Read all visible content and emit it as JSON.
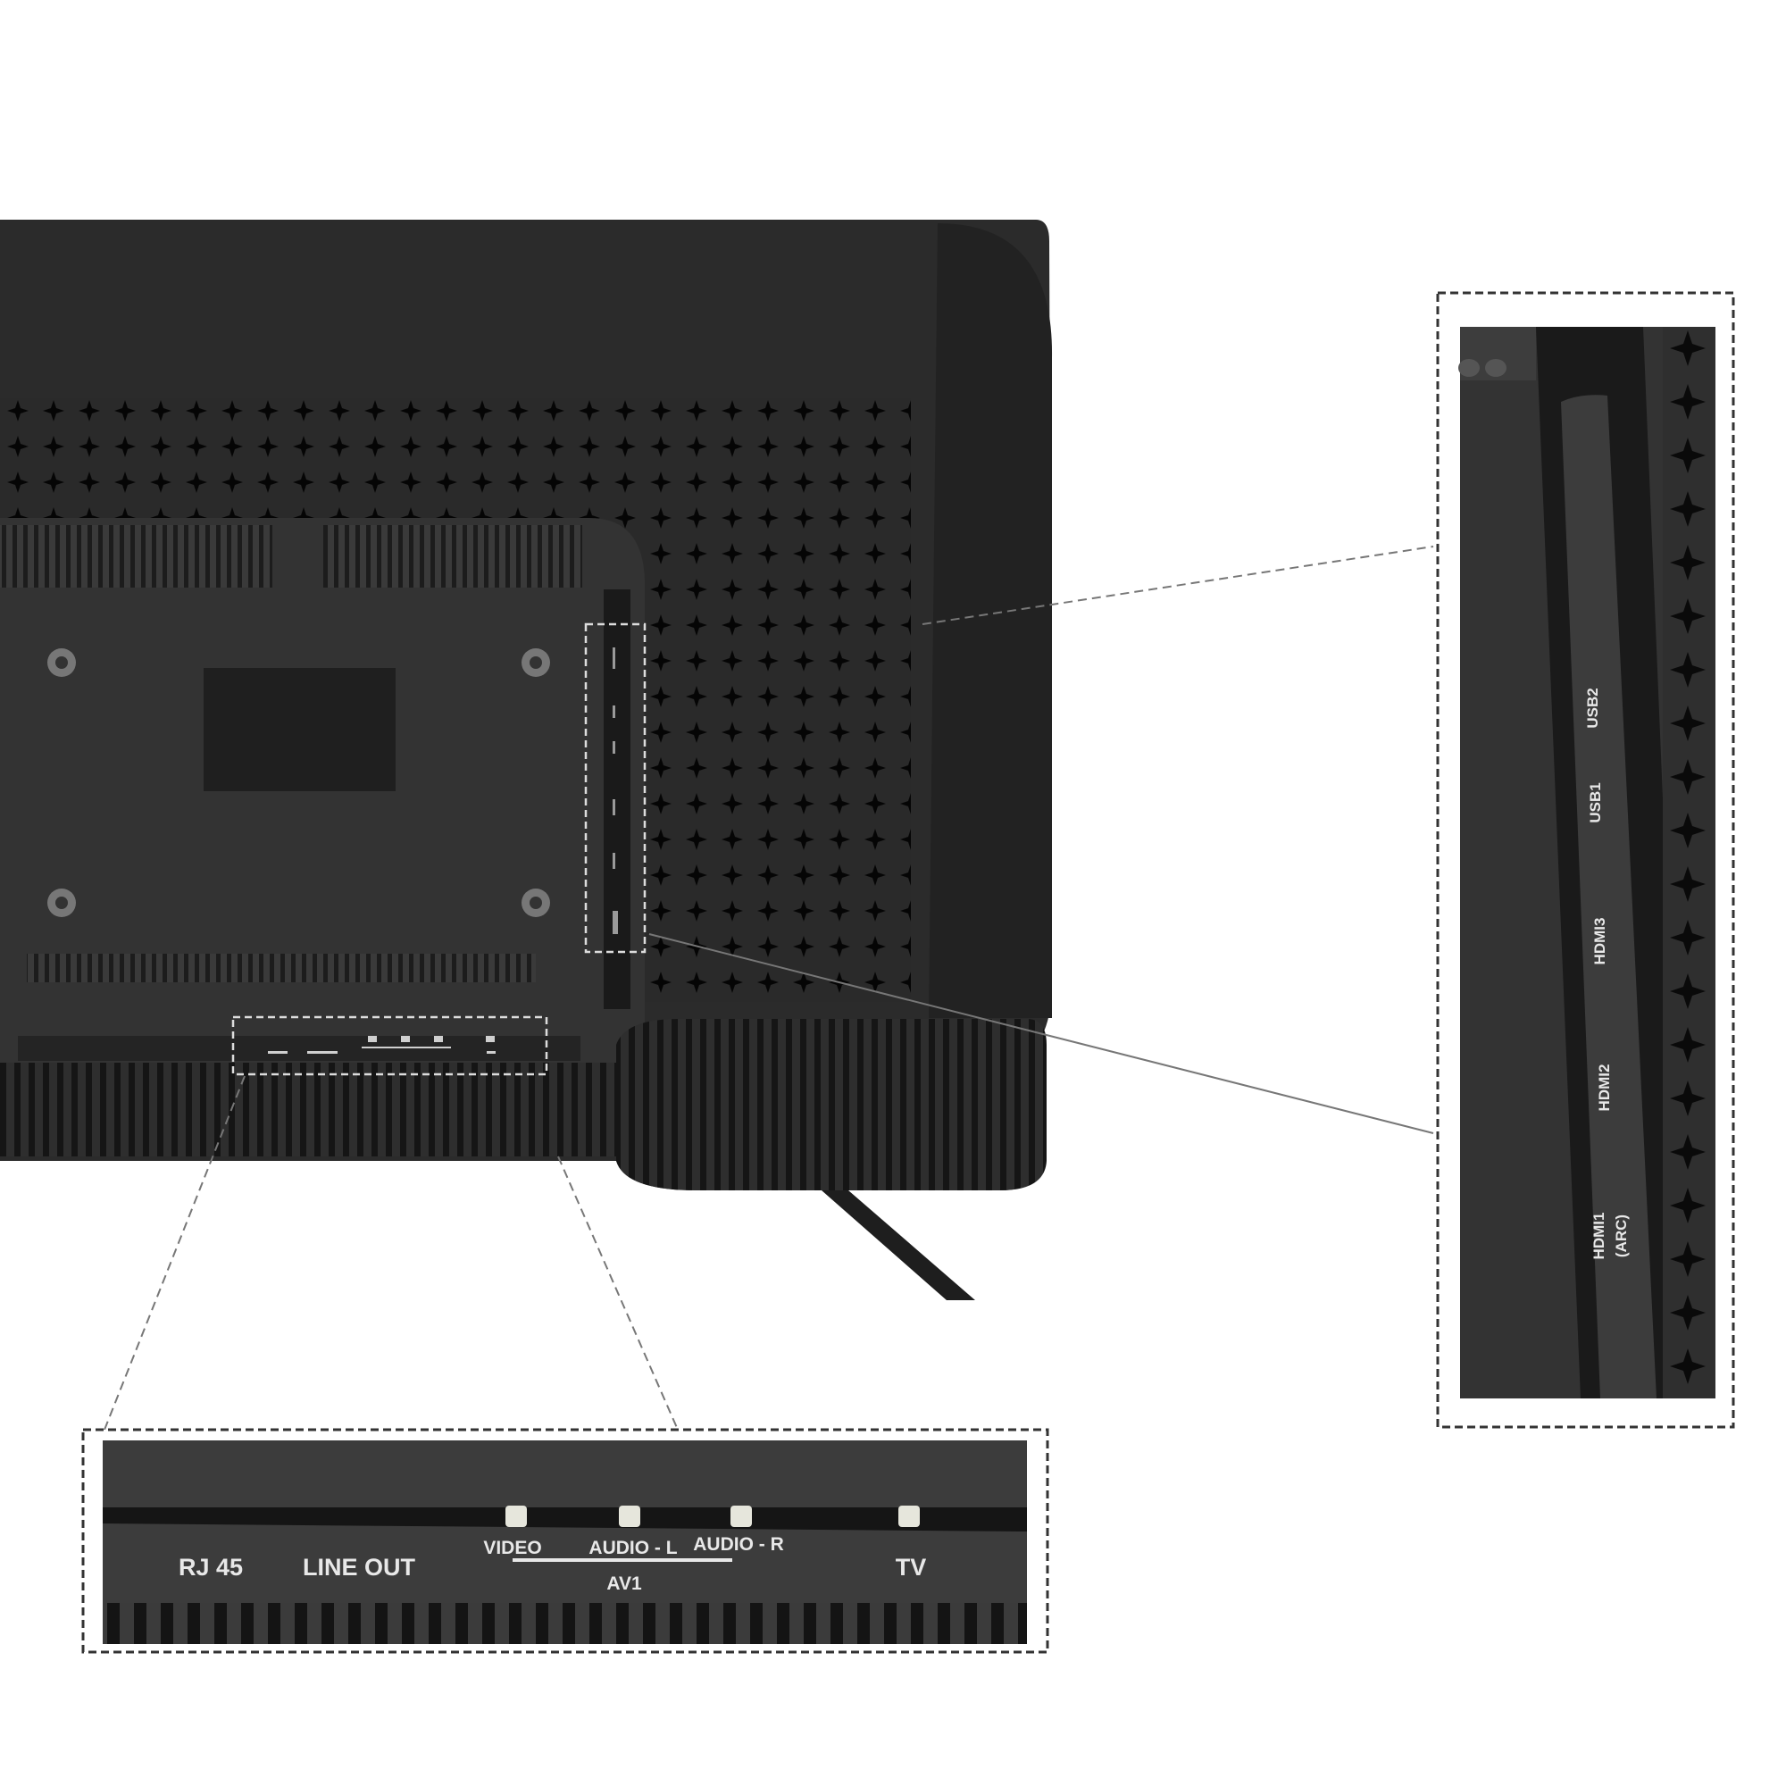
{
  "colors": {
    "body": "#2b2b2b",
    "panel": "#333333",
    "dark": "#161616",
    "label": "#e8e8e8"
  },
  "bottom_panel": {
    "ports": [
      {
        "label": "RJ 45"
      },
      {
        "label": "LINE OUT"
      },
      {
        "label": "VIDEO"
      },
      {
        "label": "AUDIO - L"
      },
      {
        "label": "AUDIO - R"
      },
      {
        "label": "TV"
      }
    ],
    "group_label": "AV1"
  },
  "side_panel": {
    "ports": [
      {
        "label": "USB2"
      },
      {
        "label": "USB1"
      },
      {
        "label": "HDMI3"
      },
      {
        "label": "HDMI2"
      },
      {
        "label": "HDMI1"
      }
    ],
    "hdmi1_note": "(ARC)"
  }
}
